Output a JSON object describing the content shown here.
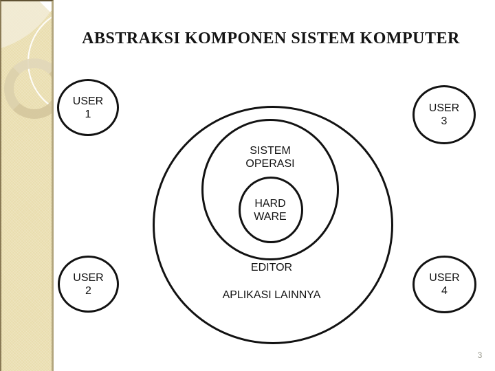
{
  "title": "ABSTRAKSI KOMPONEN SISTEM KOMPUTER",
  "page_number": "3",
  "colors": {
    "strip_fill": "#e9ddae",
    "strip_light": "#f2ecd8",
    "strip_ring": "#d5c79e",
    "strip_edge": "#b3a67e",
    "circle_outline": "#121212",
    "page_number_text": "#9a9a8e"
  },
  "diagram": {
    "hardware": {
      "line1": "HARD",
      "line2": "WARE"
    },
    "os": {
      "line1": "SISTEM",
      "line2": "OPERASI"
    },
    "outer": {
      "editor": "EDITOR",
      "other_apps": "APLIKASI LAINNYA"
    }
  },
  "users": [
    {
      "line1": "USER",
      "line2": "1"
    },
    {
      "line1": "USER",
      "line2": "2"
    },
    {
      "line1": "USER",
      "line2": "3"
    },
    {
      "line1": "USER",
      "line2": "4"
    }
  ]
}
